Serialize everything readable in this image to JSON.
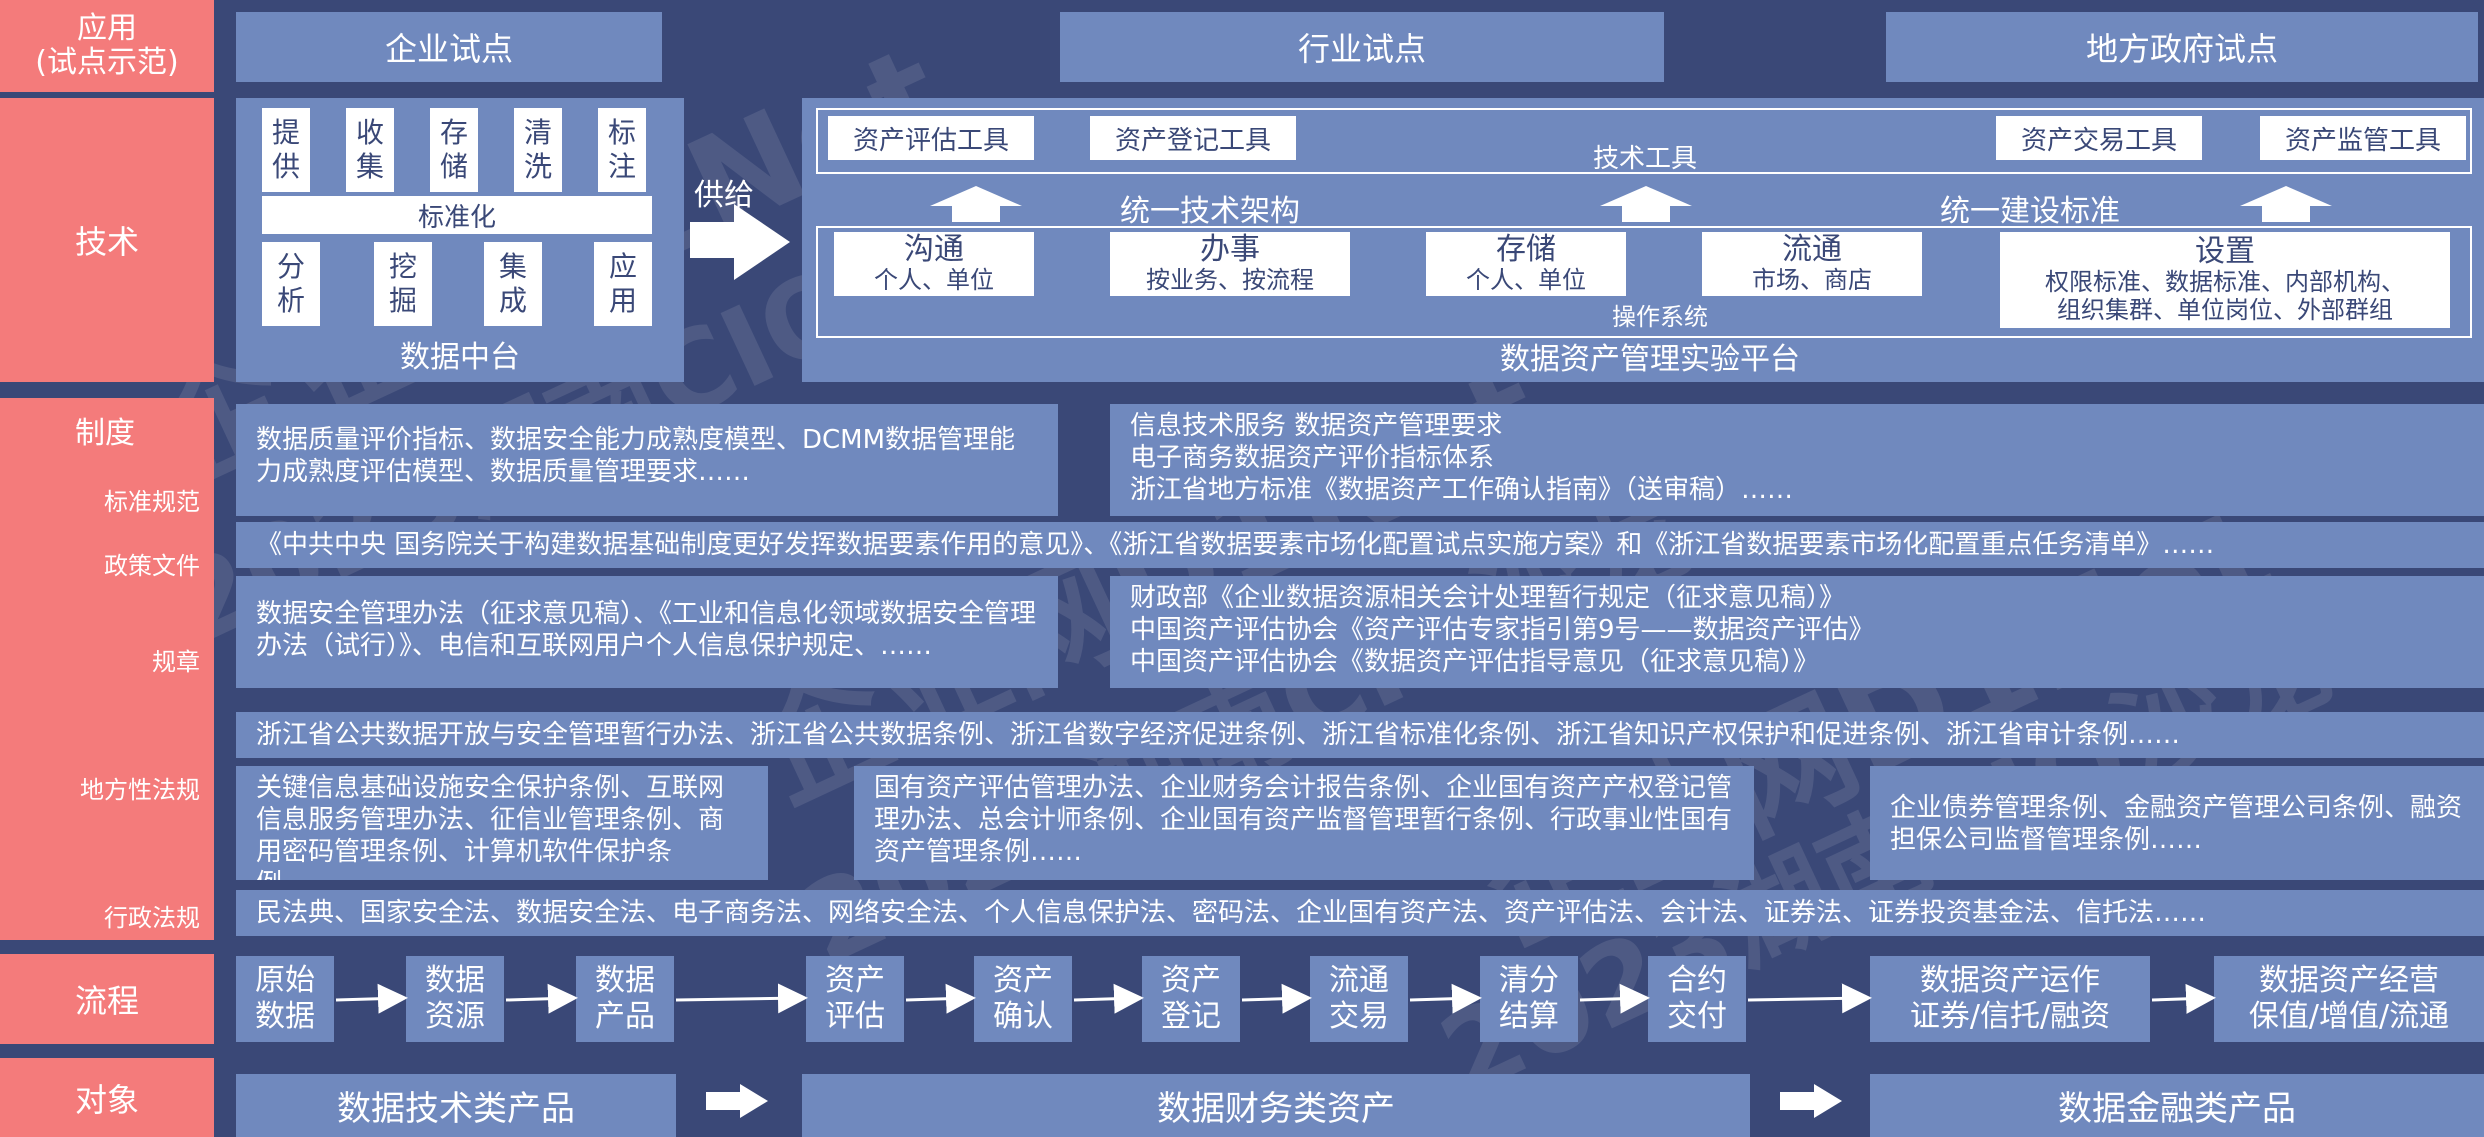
{
  "rows": {
    "app": {
      "label": "应用\n(试点示范)",
      "pilots": [
        "企业试点",
        "行业试点",
        "地方政府试点"
      ]
    },
    "tech": {
      "label": "技术",
      "midplatform": {
        "top": [
          "提\n供",
          "收\n集",
          "存\n储",
          "清\n洗",
          "标\n注"
        ],
        "standard": "标准化",
        "bottom": [
          "分\n析",
          "挖\n掘",
          "集\n成",
          "应\n用"
        ],
        "title": "数据中台"
      },
      "supply": "供给",
      "tools": {
        "items": [
          "资产评估工具",
          "资产登记工具",
          "资产交易工具",
          "资产监管工具"
        ],
        "label": "技术工具"
      },
      "unified": [
        "统一技术架构",
        "统一建设标准"
      ],
      "os": {
        "items": [
          {
            "title": "沟通",
            "sub": "个人、单位"
          },
          {
            "title": "办事",
            "sub": "按业务、按流程"
          },
          {
            "title": "存储",
            "sub": "个人、单位"
          },
          {
            "title": "流通",
            "sub": "市场、商店"
          },
          {
            "title": "设置",
            "sub": "权限标准、数据标准、内部机构、\n组织集群、单位岗位、外部群组"
          }
        ],
        "label": "操作系统"
      },
      "platform_title": "数据资产管理实验平台"
    },
    "system": {
      "label": "制度",
      "sublabels": [
        "标准规范",
        "政策文件",
        "规章",
        "地方性法规",
        "行政法规"
      ],
      "standards_left": "数据质量评价指标、数据安全能力成熟度模型、DCMM数据管理能力成熟度评估模型、数据质量管理要求……",
      "standards_right": "信息技术服务 数据资产管理要求\n电子商务数据资产评价指标体系\n浙江省地方标准《数据资产工作确认指南》（送审稿）……",
      "policy": "《中共中央 国务院关于构建数据基础制度更好发挥数据要素作用的意见》、《浙江省数据要素市场化配置试点实施方案》和《浙江省数据要素市场化配置重点任务清单》……",
      "rules_left": "数据安全管理办法（征求意见稿）、《工业和信息化领域数据安全管理办法（试行）》、电信和互联网用户个人信息保护规定、……",
      "rules_right": "财政部《企业数据资源相关会计处理暂行规定（征求意见稿）》\n中国资产评估协会《资产评估专家指引第9号——数据资产评估》\n中国资产评估协会《数据资产评估指导意见（征求意见稿）》",
      "local_top": "浙江省公共数据开放与安全管理暂行办法、浙江省公共数据条例、浙江省数字经济促进条例、浙江省标准化条例、浙江省知识产权保护和促进条例、浙江省审计条例……",
      "local_a": "关键信息基础设施安全保护条例、互联网信息服务管理办法、征信业管理条例、商用密码管理条例、计算机软件保护条例……",
      "local_b": "国有资产评估管理办法、企业财务会计报告条例、企业国有资产产权登记管理办法、总会计师条例、企业国有资产监督管理暂行条例、行政事业性国有资产管理条例……",
      "local_c": "企业债券管理条例、金融资产管理公司条例、融资担保公司监督管理条例……",
      "admin": "民法典、国家安全法、数据安全法、电子商务法、网络安全法、个人信息保护法、密码法、企业国有资产法、资产评估法、会计法、证券法、证券投资基金法、信托法……"
    },
    "process": {
      "label": "流程",
      "steps": [
        "原始\n数据",
        "数据\n资源",
        "数据\n产品",
        "资产\n评估",
        "资产\n确认",
        "资产\n登记",
        "流通\n交易",
        "清分\n结算",
        "合约\n交付",
        "数据资产运作\n证券/信托/融资",
        "数据资产经营\n保值/增值/流通"
      ]
    },
    "object": {
      "label": "对象",
      "items": [
        "数据技术类产品",
        "数据财务类资产",
        "数据金融类产品"
      ]
    }
  },
  "watermark": [
    "企业网D1Net",
    "2023湖南CIO沙龙"
  ]
}
